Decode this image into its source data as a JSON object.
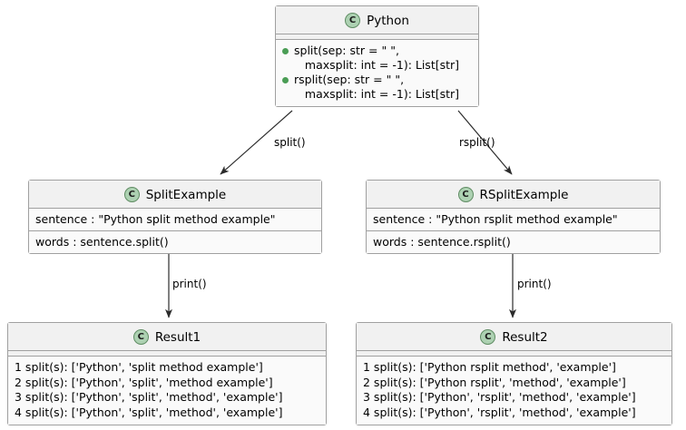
{
  "diagram": {
    "type": "uml-class-diagram",
    "class_icon_letter": "C",
    "colors": {
      "class_icon_fill": "#ADD1B2",
      "class_icon_border": "#5F8C63",
      "member_bullet": "#4A9D55",
      "box_border": "#A0A0A0",
      "header_bg": "#F1F1F1",
      "body_bg": "#FAFAFA",
      "background": "#FFFFFF",
      "edge": "#2B2B2B"
    },
    "classes": {
      "python": {
        "name": "Python",
        "attributes": [],
        "methods": [
          "split(sep: str = \" \",\n   maxsplit: int = -1): List[str]",
          "rsplit(sep: str = \" \",\n   maxsplit: int = -1): List[str]"
        ]
      },
      "split_example": {
        "name": "SplitExample",
        "attributes": [
          "sentence : \"Python split method example\"",
          "words : sentence.split()"
        ]
      },
      "rsplit_example": {
        "name": "RSplitExample",
        "attributes": [
          "sentence : \"Python rsplit method example\"",
          "words : sentence.rsplit()"
        ]
      },
      "result1": {
        "name": "Result1",
        "lines": [
          "1 split(s): ['Python', 'split method example']",
          "2 split(s): ['Python', 'split', 'method example']",
          "3 split(s): ['Python', 'split', 'method', 'example']",
          "4 split(s): ['Python', 'split', 'method', 'example']"
        ]
      },
      "result2": {
        "name": "Result2",
        "lines": [
          "1 split(s): ['Python rsplit method', 'example']",
          "2 split(s): ['Python rsplit', 'method', 'example']",
          "3 split(s): ['Python', 'rsplit', 'method', 'example']",
          "4 split(s): ['Python', 'rsplit', 'method', 'example']"
        ]
      }
    },
    "edges": [
      {
        "id": "python-to-split",
        "label": "split()",
        "from": "Python",
        "to": "SplitExample"
      },
      {
        "id": "python-to-rsplit",
        "label": "rsplit()",
        "from": "Python",
        "to": "RSplitExample"
      },
      {
        "id": "split-to-result1",
        "label": "print()",
        "from": "SplitExample",
        "to": "Result1"
      },
      {
        "id": "rsplit-to-result2",
        "label": "print()",
        "from": "RSplitExample",
        "to": "Result2"
      }
    ]
  }
}
